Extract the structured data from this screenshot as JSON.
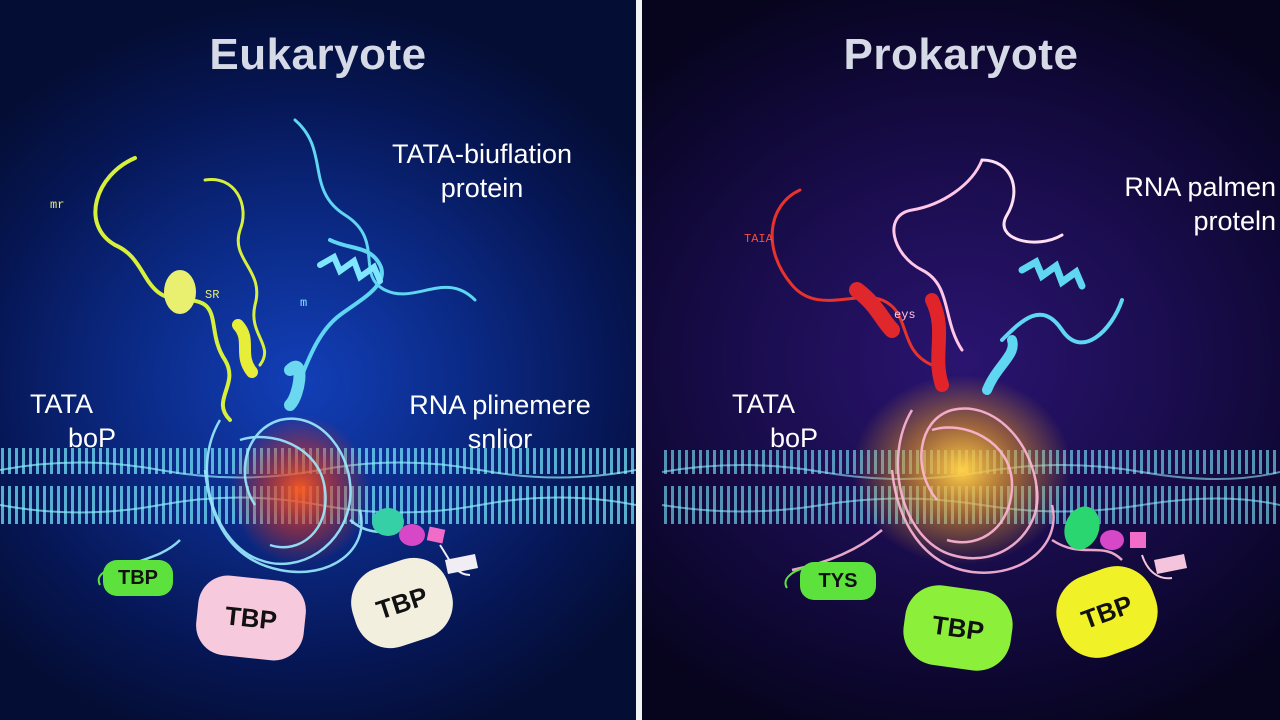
{
  "left_panel": {
    "title": "Eukaryote",
    "labels": {
      "tata_binding": [
        "TATA-biuflation",
        "protein"
      ],
      "rna_poly": [
        "RNA plinemere",
        "snlior"
      ],
      "tata_box": [
        "TATA",
        "boP"
      ],
      "tiny_tag": "mr",
      "helix_tag_1": "SR",
      "helix_tag_2": "m"
    },
    "pills": [
      {
        "text": "TBP",
        "color": "#5ce13d"
      },
      {
        "text": "TBP",
        "color": "#f7c9dd"
      },
      {
        "text": "TBP",
        "color": "#f3efdf"
      }
    ]
  },
  "right_panel": {
    "title": "Prokaryote",
    "labels": {
      "rna_poly": [
        "RNA palmen",
        "proteln"
      ],
      "tata_box": [
        "TATA",
        "boP"
      ],
      "tiny_tag": "TAIA",
      "helix_tag": "eys"
    },
    "pills": [
      {
        "text": "TYS",
        "color": "#5ce13d"
      },
      {
        "text": "TBP",
        "color": "#8cf03a"
      },
      {
        "text": "TBP",
        "color": "#f1f128"
      }
    ]
  },
  "colors": {
    "left_bg": "#0b2a86",
    "right_bg": "#1b0d4f",
    "dna_cyan": "#5fd6f2",
    "tbp_green": "#5ce13d",
    "tbp_pink": "#f7c9dd",
    "tbp_yellow": "#f1f128"
  }
}
